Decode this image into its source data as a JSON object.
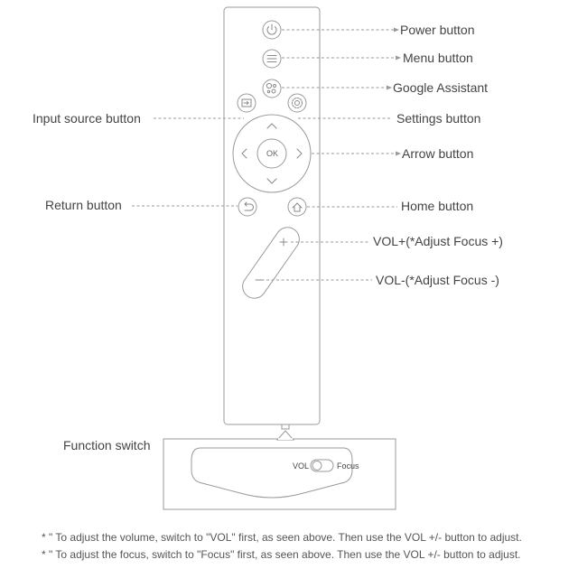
{
  "labels": {
    "power": "Power button",
    "menu": "Menu button",
    "google": "Google Assistant",
    "input": "Input source button",
    "settings": "Settings button",
    "arrow": "Arrow button",
    "return": "Return button",
    "home": "Home button",
    "vol_plus": "VOL+(*Adjust Focus +)",
    "vol_minus": "VOL-(*Adjust Focus -)",
    "function_switch": "Function switch"
  },
  "remote": {
    "ok_label": "OK"
  },
  "switch": {
    "left_label": "VOL",
    "right_label": "Focus"
  },
  "notes": [
    "* \" To adjust the volume, switch to \"VOL\" first, as seen above. Then use the  VOL +/- button to adjust.",
    "* \" To adjust the focus, switch to \"Focus\" first, as seen above. Then use the VOL +/- button to adjust."
  ],
  "icons": {
    "power": "power-icon",
    "menu": "menu-icon",
    "google": "google-assistant-icon",
    "input": "input-source-icon",
    "settings": "gear-icon",
    "return": "return-icon",
    "home": "home-icon"
  }
}
